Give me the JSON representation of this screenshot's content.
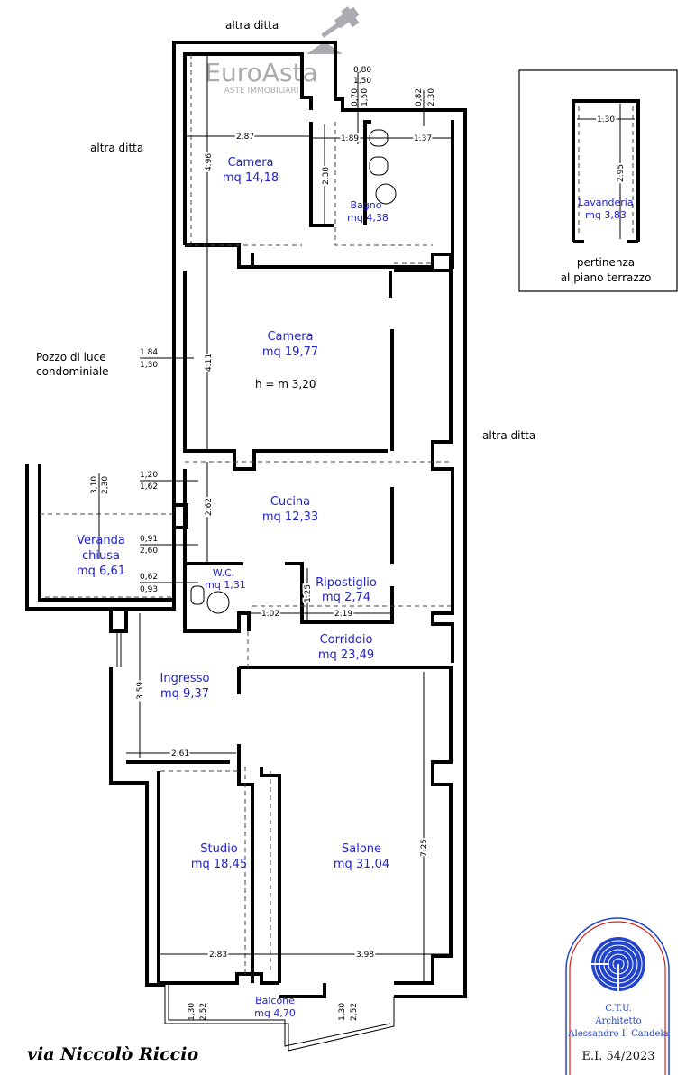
{
  "neighbors": {
    "top": "altra ditta",
    "left": "altra ditta",
    "right": "altra ditta"
  },
  "light_well": {
    "line1": "Pozzo di luce",
    "line2": "condominiale"
  },
  "rooms": {
    "camera1": {
      "name": "Camera",
      "area": "mq 14,18"
    },
    "bagno": {
      "name": "Bagno",
      "area": "mq 4,38"
    },
    "camera2": {
      "name": "Camera",
      "area": "mq 19,77"
    },
    "height": "h = m 3,20",
    "cucina": {
      "name": "Cucina",
      "area": "mq 12,33"
    },
    "veranda": {
      "name1": "Veranda",
      "name2": "chiusa",
      "area": "mq 6,61"
    },
    "wc": {
      "name": "W.C.",
      "area": "mq 1,31"
    },
    "ripostiglio": {
      "name": "Ripostiglio",
      "area": "mq 2,74"
    },
    "corridoio": {
      "name": "Corridoio",
      "area": "mq 23,49"
    },
    "ingresso": {
      "name": "Ingresso",
      "area": "mq 9,37"
    },
    "studio": {
      "name": "Studio",
      "area": "mq 18,45"
    },
    "salone": {
      "name": "Salone",
      "area": "mq 31,04"
    },
    "balcone": {
      "name": "Balcone",
      "area": "mq 4,70"
    },
    "lavanderia": {
      "name": "Lavanderia",
      "area": "mq 3,83"
    }
  },
  "annex_note": {
    "line1": "pertinenza",
    "line2": "al piano terrazzo"
  },
  "dims": {
    "d080": "0,80",
    "d150a": "1,50",
    "d070": "0,70",
    "d150b": "1,50",
    "d082": "0,82",
    "d230a": "2,30",
    "d287": "2.87",
    "d189": "1.89",
    "d137": "1.37",
    "d496": "4.96",
    "d238": "2.38",
    "d130l": "1.30",
    "d295": "2.95",
    "d184": "1.84",
    "d130p": "1,30",
    "d411": "4.11",
    "d310": "3,10",
    "d230b": "2,30",
    "d120": "1,20",
    "d162": "1,62",
    "d262": "2.62",
    "d091": "0,91",
    "d260": "2,60",
    "d062": "0,62",
    "d093": "0,93",
    "d125": "1.25",
    "d102": "1.02",
    "d219": "2.19",
    "d359": "3.59",
    "d261": "2.61",
    "d725": "7.25",
    "d283": "2.83",
    "d398": "3.98",
    "d130b1": "1,30",
    "d252a": "2,52",
    "d130b2": "1,30",
    "d252b": "2,52"
  },
  "street": "via Niccolò Riccio",
  "watermark": {
    "brand": "EuroAsta",
    "tagline": "ASTE IMMOBILIARI"
  },
  "stamp": {
    "line1": "C.T.U.",
    "line2": "Architetto",
    "line3": "Alessandro I. Candela",
    "case_id": "E.I. 54/2023"
  },
  "colors": {
    "room_label": "#2222cc",
    "stamp_blue": "#2244cc",
    "stamp_red": "#d42020"
  }
}
